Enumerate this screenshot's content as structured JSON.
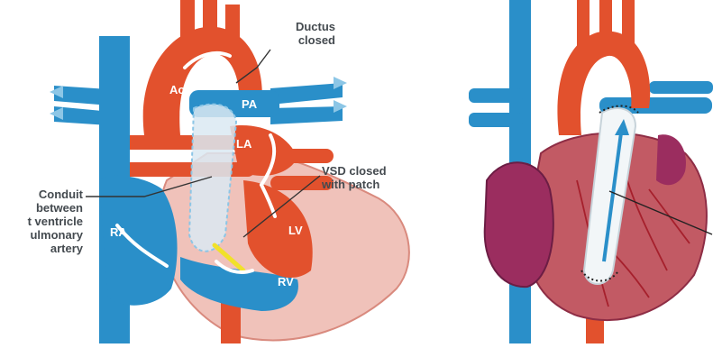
{
  "left_figure": {
    "chambers": {
      "ao": "Ao",
      "pa": "PA",
      "la": "LA",
      "lv": "LV",
      "ra": "RA",
      "rv": "RV"
    },
    "callouts": {
      "ductus": [
        "Ductus",
        "closed"
      ],
      "vsd": [
        "VSD closed",
        "with patch"
      ],
      "conduit": [
        "Conduit",
        "between",
        "t ventricle",
        "ulmonary",
        "artery"
      ]
    }
  },
  "colors": {
    "artery_red": "#e2512d",
    "vein_blue": "#2a8fc9",
    "heart_pink": "#f0c2ba",
    "conduit_white": "#f2f6f8",
    "patch_yellow": "#f1e12a",
    "muscle_purple": "#9b2d5f"
  }
}
